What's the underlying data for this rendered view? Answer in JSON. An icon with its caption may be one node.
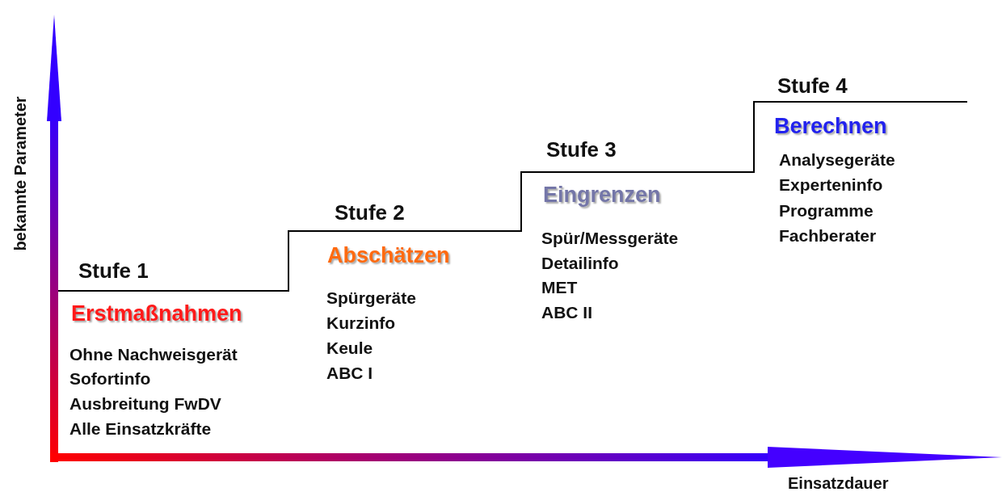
{
  "diagram": {
    "labels": [
      "Stufe 1",
      "Erstmaßnahmen",
      "Ohne Nachweisgerät",
      "Sofortinfo",
      "Ausbreitung FwDV",
      "Alle Einsatzkräfte",
      "Stufe 2",
      "Abschätzen",
      "Spürgeräte",
      "Kurzinfo",
      "Keule",
      "ABC I",
      "Stufe 3",
      "Eingrenzen",
      "Spür/Messgeräte",
      "Detailinfo",
      "MET",
      "ABC II",
      "Stufe 4",
      "Berechnen",
      "Analysegeräte",
      "Experteninfo",
      "Programme",
      "Fachberater",
      "bekannte Parameter",
      "Einsatzdauer"
    ]
  }
}
